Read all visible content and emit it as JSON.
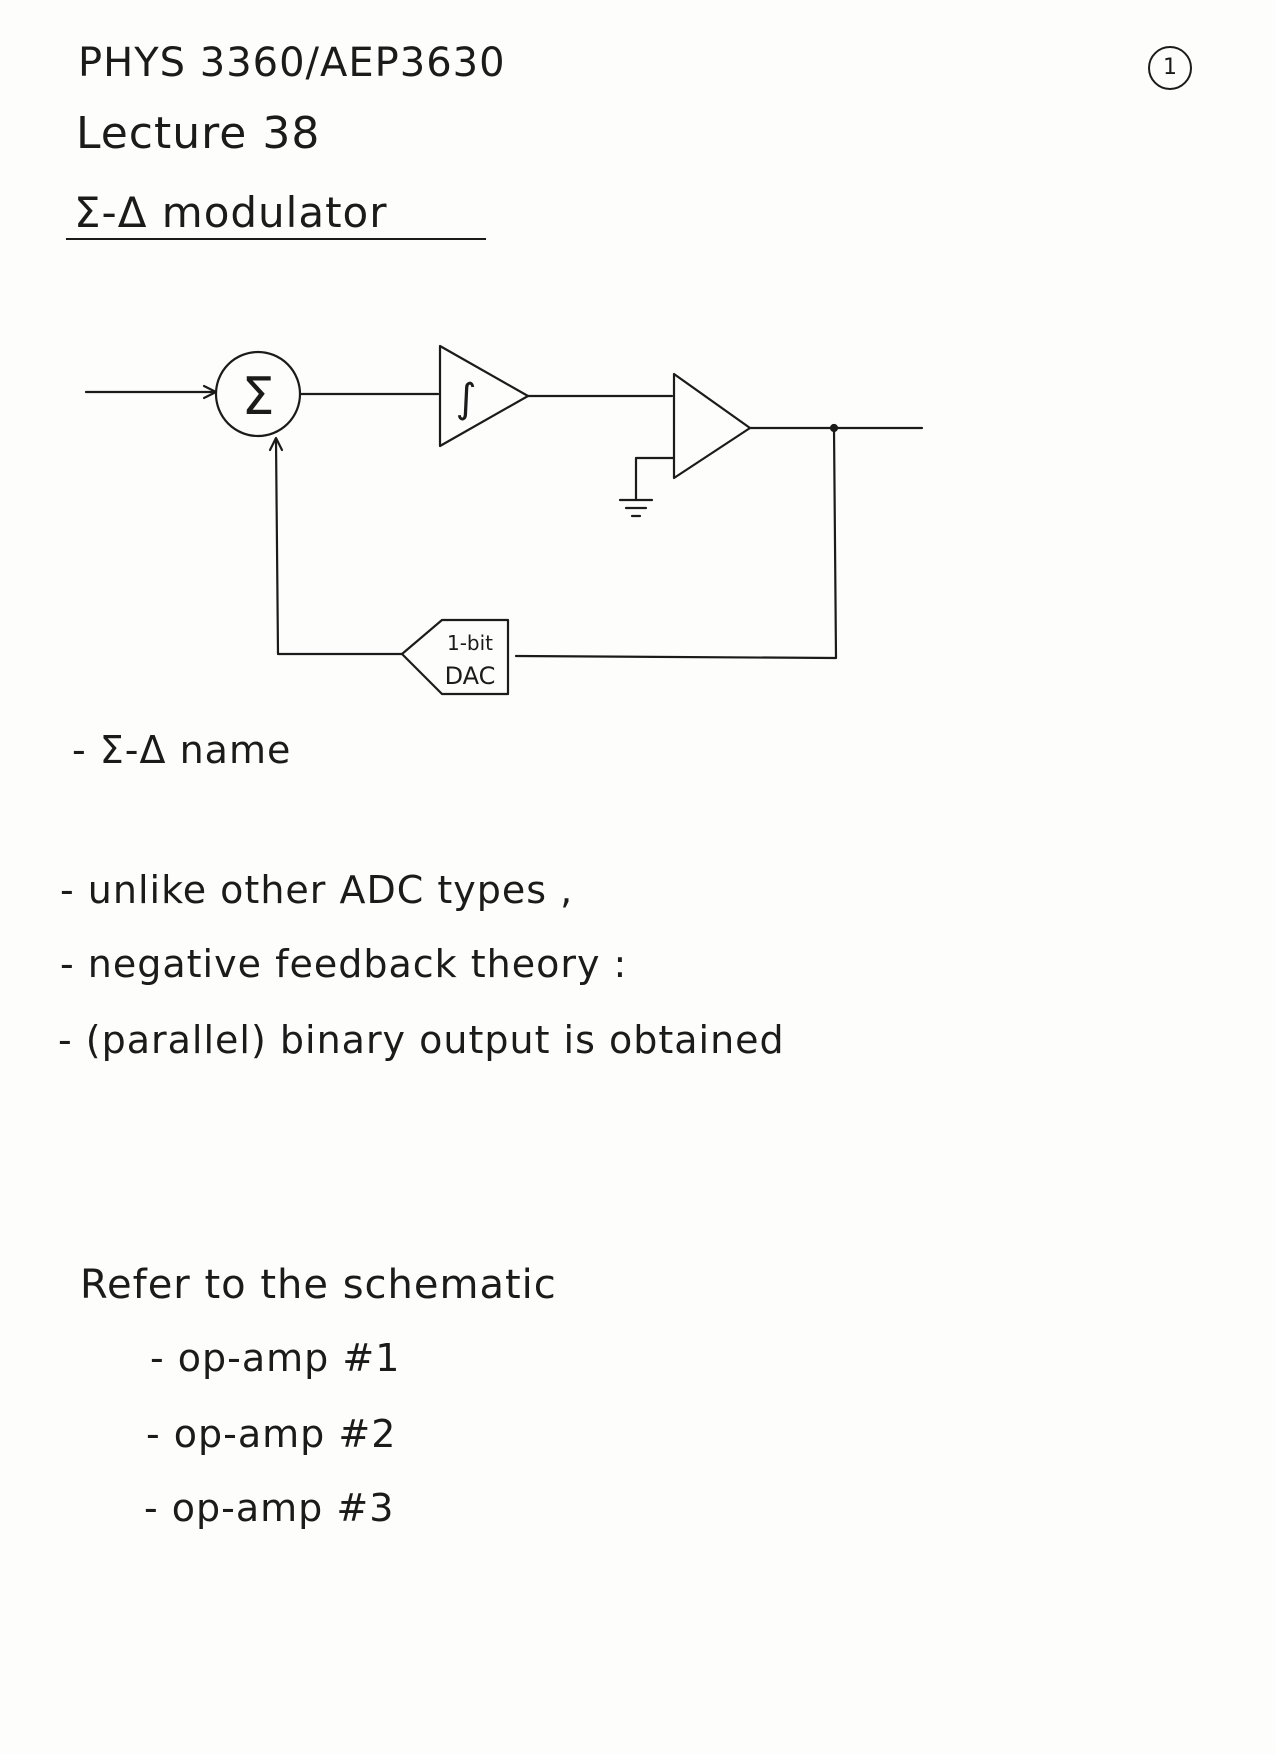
{
  "header": {
    "course": "PHYS 3360/AEP3630",
    "lecture": "Lecture 38",
    "subject": "Σ-Δ modulator",
    "page_number": "1"
  },
  "diagram": {
    "summer_symbol": "Σ",
    "integrator_symbol": "∫",
    "dac_line1": "1-bit",
    "dac_line2": "DAC"
  },
  "notes": {
    "name_item": "- Σ-Δ name",
    "bullets": [
      "- unlike other ADC types ,",
      "- negative feedback theory :",
      "- (parallel) binary output is obtained"
    ]
  },
  "schematic": {
    "intro": "Refer to the schematic",
    "items": [
      "- op-amp #1",
      "- op-amp #2",
      "- op-amp #3"
    ]
  }
}
